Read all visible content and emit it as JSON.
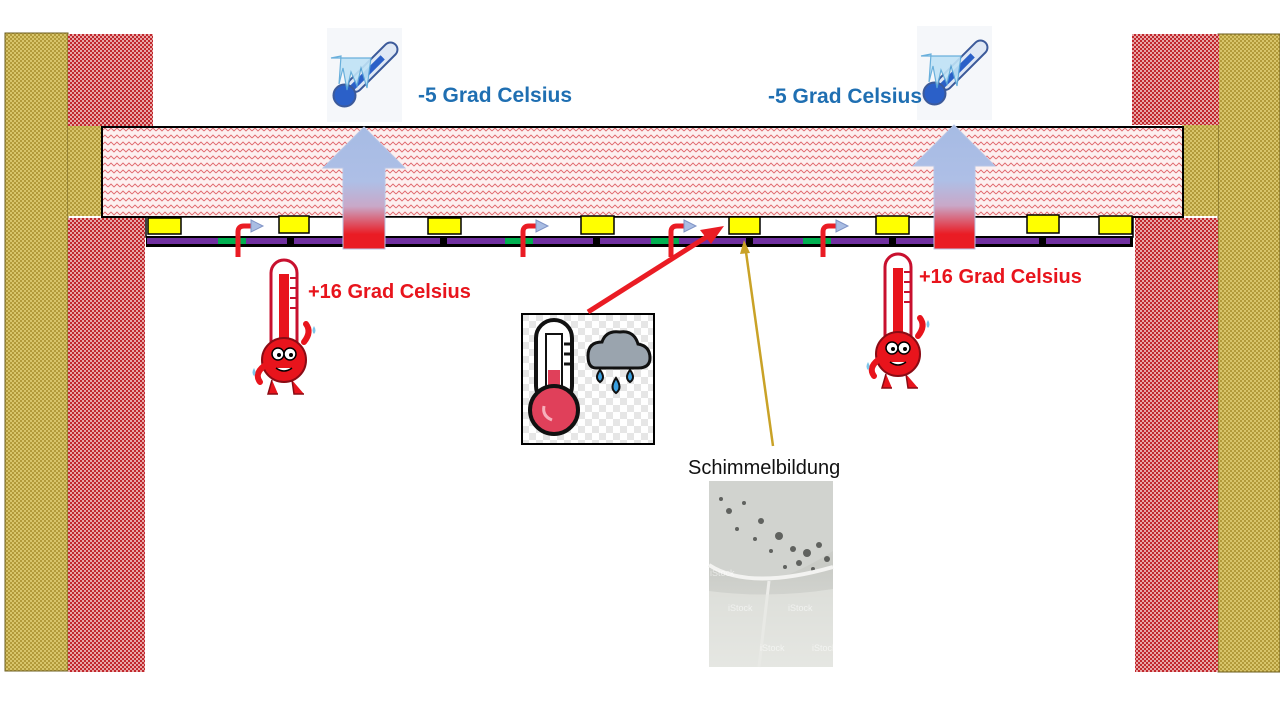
{
  "labels": {
    "cold_left": "-5 Grad Celsius",
    "cold_right": "-5 Grad Celsius",
    "warm_left": "+16 Grad Celsius",
    "warm_right": "+16 Grad Celsius",
    "mold": "Schimmelbildung"
  },
  "watermarks": [
    "iStock",
    "iStock",
    "iStock",
    "iStock",
    "iStock"
  ],
  "icons": {
    "cold_left": "frozen-thermometer-icon",
    "cold_right": "frozen-thermometer-icon",
    "warm_left": "sweating-thermometer-mascot-icon",
    "warm_right": "sweating-thermometer-mascot-icon",
    "condensation": "thermometer-rain-cloud-icon",
    "mold_photo": "mold-ceiling-photo"
  },
  "colors": {
    "brick": "#c1272d",
    "brick_light": "#e9a9a9",
    "wall_ochre": "#c9b456",
    "insulation": "#fbe6e6",
    "arrow_blue": "#a9bde3",
    "heat_red": "#ea1c24",
    "label_blue": "#1f6fb2",
    "label_red": "#e8141c",
    "beam_yellow": "#ffff00",
    "membrane_purple": "#7030a0",
    "tape_green": "#00b050",
    "pointer_gold": "#c9a227"
  }
}
